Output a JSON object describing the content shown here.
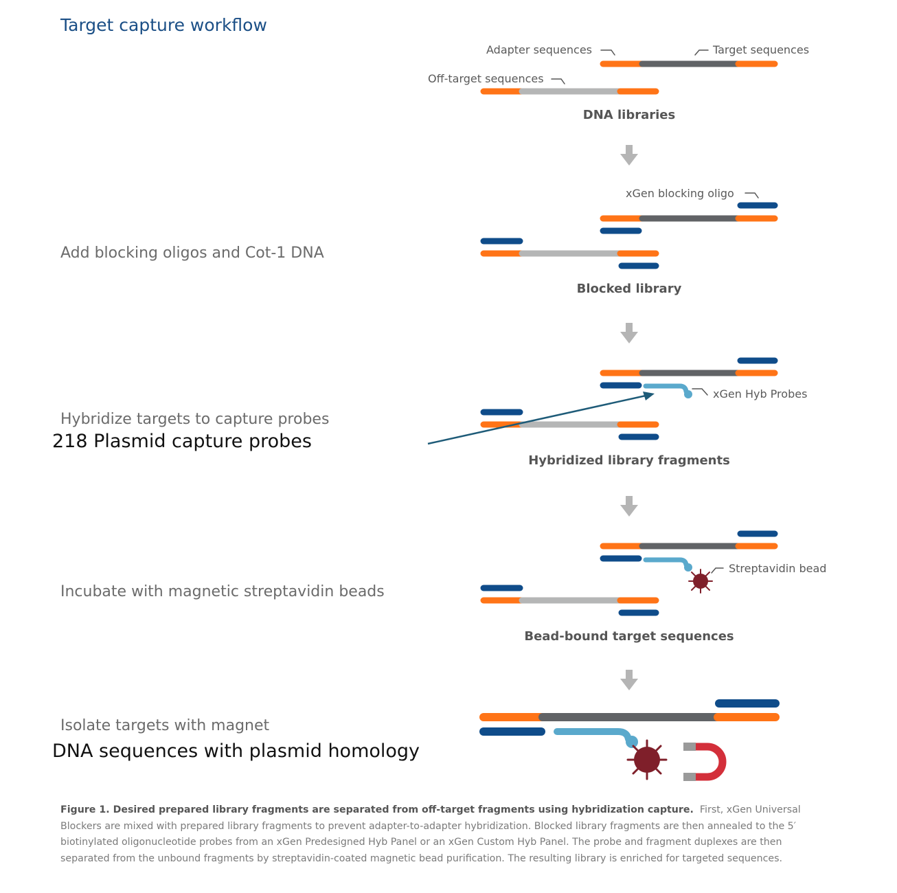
{
  "header": {
    "title": "Target capture workflow"
  },
  "steps": [
    {
      "text": "Add blocking oligos and Cot-1 DNA"
    },
    {
      "text": "Hybridize targets to capture probes"
    },
    {
      "text": "Incubate with magnetic streptavidin beads"
    },
    {
      "text": "Isolate targets with magnet"
    }
  ],
  "annotations": {
    "probes_note": "218 Plasmid capture probes",
    "homology_note": "DNA sequences with plasmid homology"
  },
  "stages": {
    "stage1": "DNA libraries",
    "stage2": "Blocked library",
    "stage3": "Hybridized library fragments",
    "stage4": "Bead-bound target sequences"
  },
  "labels": {
    "adapter": "Adapter sequences",
    "target": "Target sequences",
    "offtarget": "Off-target sequences",
    "blocker": "xGen blocking oligo",
    "probes": "xGen Hyb Probes",
    "bead": "Streptavidin bead"
  },
  "caption": {
    "bold": "Figure 1. Desired prepared library fragments are separated from off-target fragments using hybridization capture.",
    "body": "First, xGen Universal Blockers are mixed with prepared library fragments to prevent adapter-to-adapter hybridization. Blocked library fragments are then annealed to the 5′ biotinylated oligonucleotide probes from an xGen Predesigned Hyb Panel or an xGen Custom Hyb Panel. The probe and fragment duplexes are then separated from the unbound fragments by streptavidin-coated magnetic bead purification. The resulting library is enriched for targeted sequences."
  },
  "colors": {
    "title": "#1b4f86",
    "adapter": "#ff7417",
    "target": "#616366",
    "offtarget": "#b5b6b6",
    "blocker": "#0f4c8a",
    "probe": "#5aa9cc",
    "bead": "#7f1f2a",
    "magnet": "#d32f3a",
    "arrow": "#b5b5b5",
    "pointer": "#1e5b78"
  },
  "icons": [
    "down-arrow-icon",
    "streptavidin-bead-icon",
    "magnet-icon"
  ]
}
